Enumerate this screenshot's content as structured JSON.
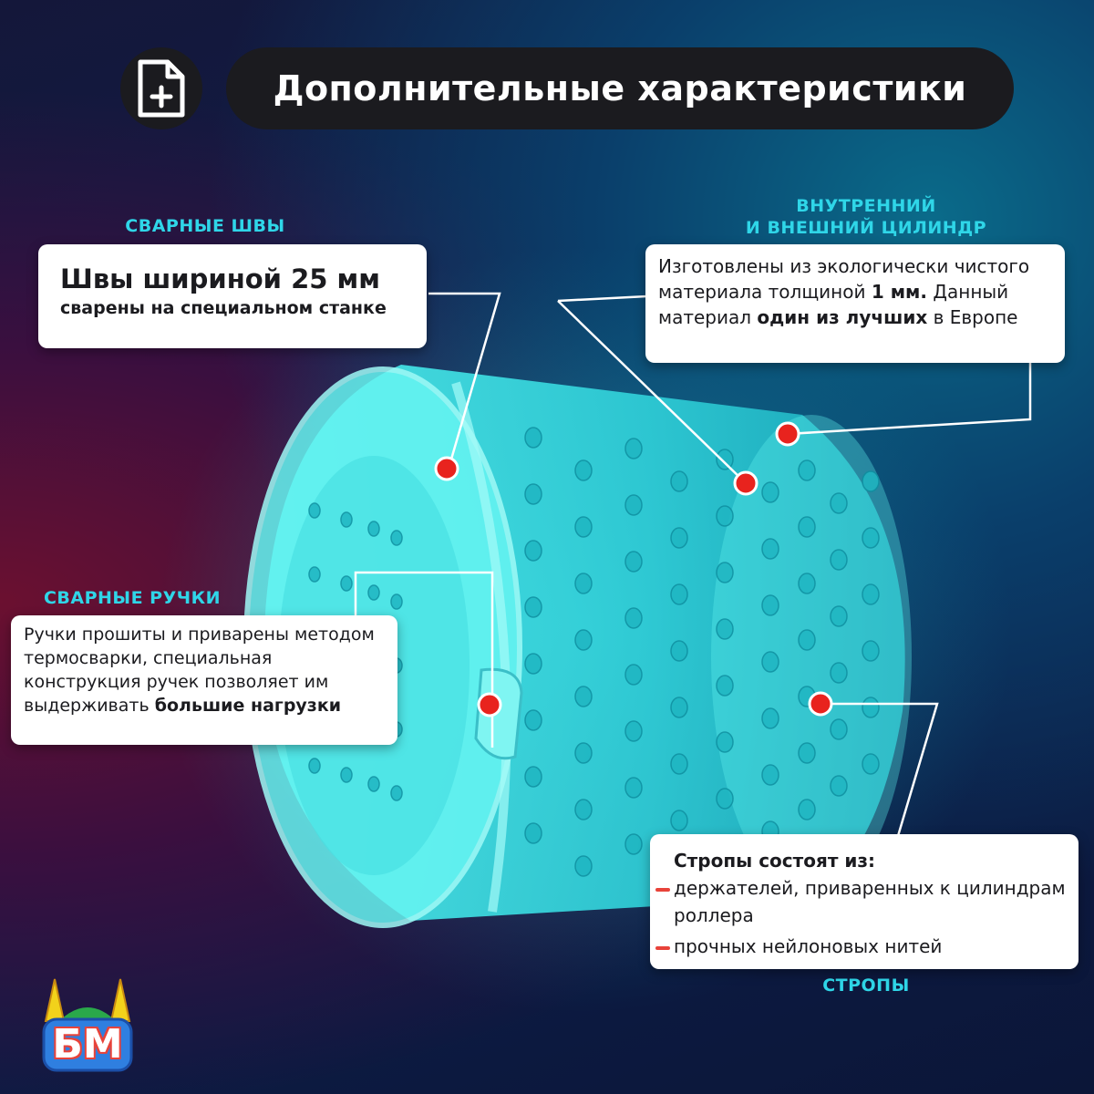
{
  "header": {
    "title": "Дополнительные характеристики",
    "icon": "file-plus-icon"
  },
  "labels": {
    "welds": "СВАРНЫЕ ШВЫ",
    "cylinder_line1": "ВНУТРЕННИЙ",
    "cylinder_line2": "И ВНЕШНИЙ ЦИЛИНДР",
    "handles": "СВАРНЫЕ РУЧКИ",
    "straps": "СТРОПЫ"
  },
  "welds_card": {
    "main": "Швы шириной 25 мм",
    "sub": "сварены на специальном станке"
  },
  "cylinder_card": {
    "text1": "Изготовлены из экологически чистого материала толщиной ",
    "bold1": "1 мм.",
    "text2": " Данный материал ",
    "bold2": "один из лучших",
    "text3": " в Европе"
  },
  "handles_card": {
    "text": "Ручки прошиты и приварены методом термосварки, специальная конструкция ручек позволяет им выдерживать ",
    "bold": "большие нагрузки"
  },
  "straps_card": {
    "heading": "Стропы состоят из:",
    "items": [
      "держателей, приваренных к цилиндрам роллера",
      "прочных нейлоновых нитей"
    ]
  },
  "logo": {
    "text": "БМ"
  },
  "colors": {
    "accent": "#2fd6e8",
    "marker": "#e8231e",
    "dash": "#e8433a",
    "header_bg": "#1b1b1f"
  }
}
